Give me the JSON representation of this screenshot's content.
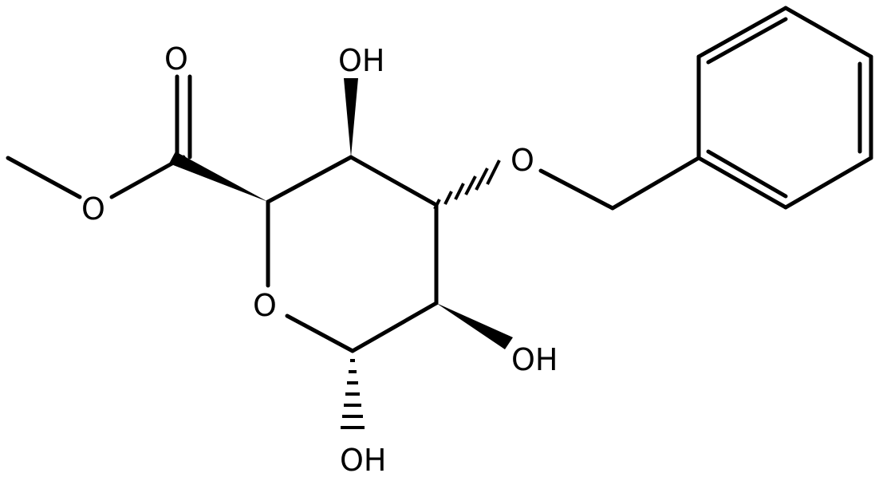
{
  "diagram": {
    "labels": {
      "carbonyl_o": "O",
      "ester_o": "O",
      "ring_o": "O",
      "ether_o": "O",
      "oh_top": "OH",
      "oh_right": "OH",
      "oh_bottom": "OH"
    }
  }
}
